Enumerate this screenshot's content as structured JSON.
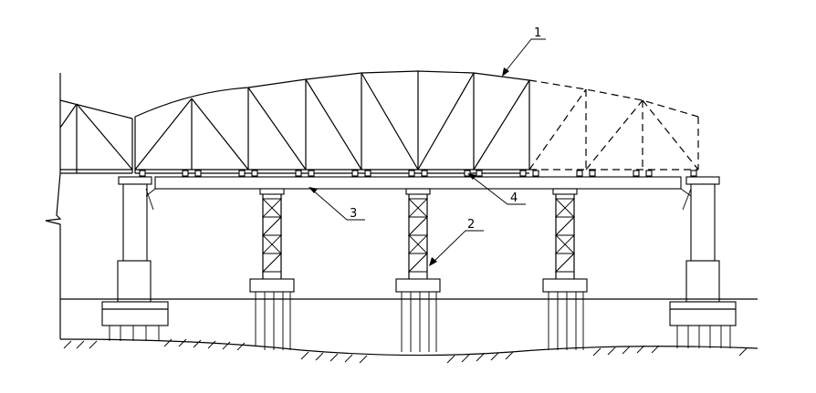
{
  "callouts": [
    {
      "id": "truss",
      "label": "1"
    },
    {
      "id": "temporary-support",
      "label": "2"
    },
    {
      "id": "falsework-beam",
      "label": "3"
    },
    {
      "id": "bearing",
      "label": "4"
    }
  ]
}
